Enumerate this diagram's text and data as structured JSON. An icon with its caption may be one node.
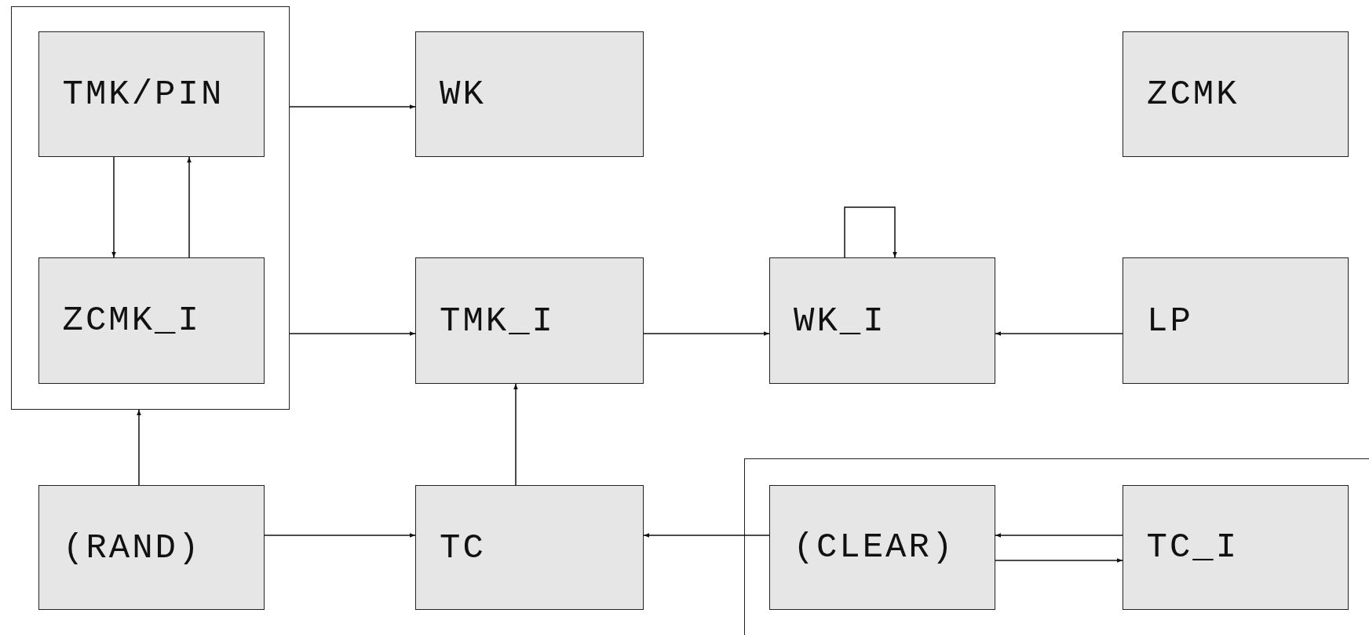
{
  "diagram": {
    "nodes": [
      {
        "text": [],
        "shape": "box"
      },
      {
        "text": [
          "TMK/PIN"
        ],
        "in": 0
      },
      {
        "text": [
          "ZCMK_I"
        ],
        "in": 0
      },
      {
        "text": [
          "WK"
        ]
      },
      {
        "text": [
          "ZCMK"
        ]
      },
      {
        "text": [
          "TMK_I"
        ]
      },
      {
        "text": [
          "WK_I"
        ]
      },
      {
        "text": [
          "LP"
        ]
      },
      {
        "text": [],
        "shape": "box"
      },
      {
        "text": [
          "(RAND)"
        ]
      },
      {
        "text": [
          "TC"
        ]
      },
      {
        "text": [
          "(CLEAR)"
        ],
        "in": 8
      },
      {
        "text": [
          "TC_I"
        ],
        "in": 8
      }
    ],
    "edges": [
      {
        "from": 0,
        "to": 3,
        "arrow": "to"
      },
      {
        "from": 1,
        "to": 2,
        "arrow": "to"
      },
      {
        "from": 2,
        "to": 1,
        "arrow": "to"
      },
      {
        "from": 0,
        "to": 5,
        "arrow": "to"
      },
      {
        "from": 5,
        "to": 6,
        "arrow": "to"
      },
      {
        "from": 6,
        "to": 6,
        "arrow": "to"
      },
      {
        "from": 7,
        "to": 6,
        "arrow": "to"
      },
      {
        "from": 9,
        "to": 0,
        "arrow": "to"
      },
      {
        "from": 9,
        "to": 10,
        "arrow": "to"
      },
      {
        "from": 10,
        "to": 5,
        "arrow": "to"
      },
      {
        "from": 11,
        "to": 10,
        "arrow": "to"
      },
      {
        "from": 12,
        "to": 11,
        "arrow": "to"
      },
      {
        "from": 11,
        "to": 12,
        "arrow": "to"
      }
    ]
  }
}
